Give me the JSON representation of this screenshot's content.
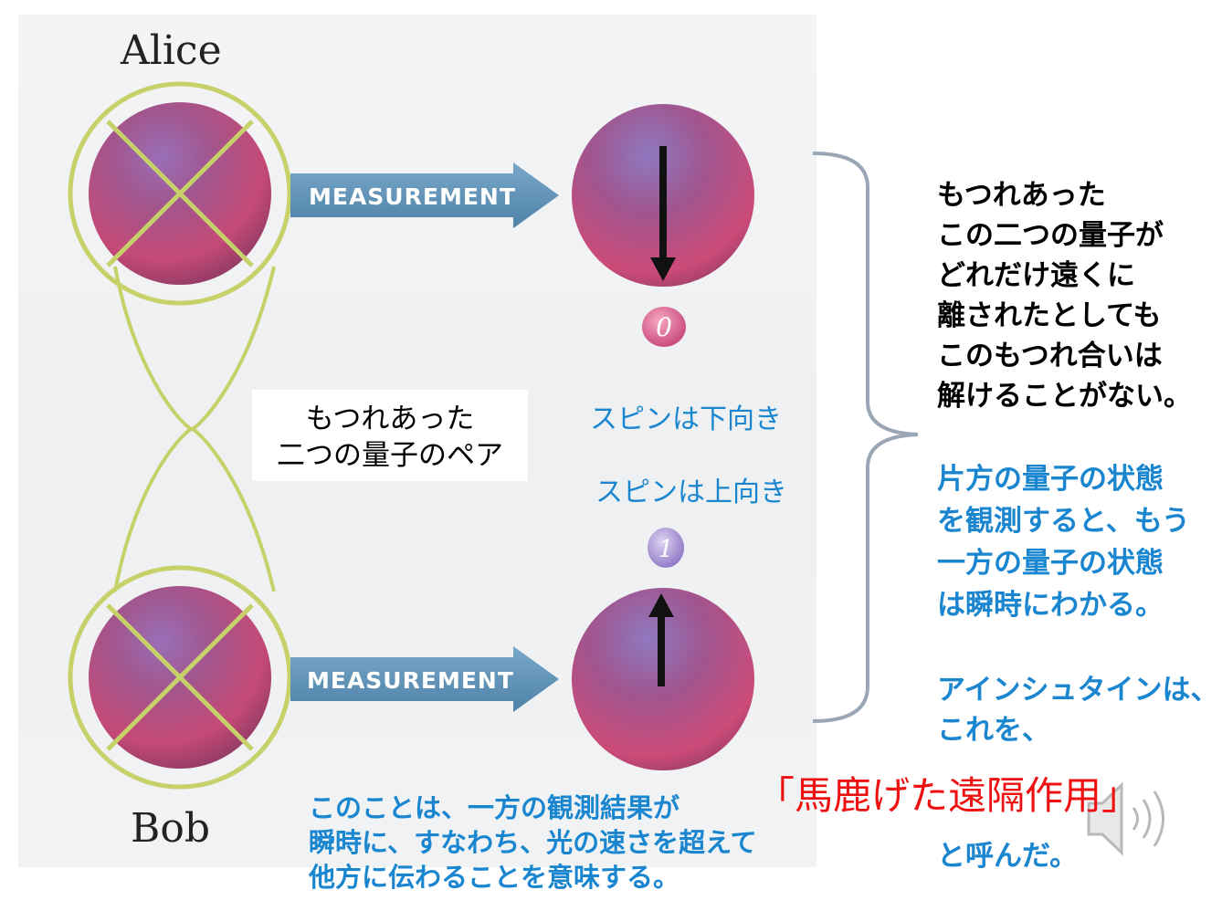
{
  "labels": {
    "alice": "Alice",
    "bob": "Bob",
    "measurement_top": "MEASUREMENT",
    "measurement_bottom": "MEASUREMENT",
    "badge_top": "0",
    "badge_bottom": "1"
  },
  "pair_label": {
    "line1": "もつれあった",
    "line2": "二つの量子のペア"
  },
  "spin": {
    "down": "スピンは下向き",
    "up": "スピンは上向き"
  },
  "right_black": [
    "もつれあった",
    "この二つの量子が",
    "どれだけ遠くに",
    "離されたとしても",
    "このもつれ合いは",
    "解けることがない。"
  ],
  "right_blue": [
    "片方の量子の状態",
    "を観測すると、もう",
    "一方の量子の状態",
    "は瞬時にわかる。"
  ],
  "einstein": {
    "line1": "アインシュタインは、",
    "line2": "これを、",
    "quote": "「馬鹿げた遠隔作用」",
    "line3": "と呼んだ。"
  },
  "bottom_note": [
    "このことは、一方の観測結果が",
    "瞬時に、すなわち、光の速さを超えて",
    "他方に伝わることを意味する。"
  ],
  "colors": {
    "blue_text": "#1a86cf",
    "red_text": "#ee1111",
    "ring": "#c7d16a",
    "arrow": "#5a8db0",
    "sphere": "#b04a7a"
  }
}
